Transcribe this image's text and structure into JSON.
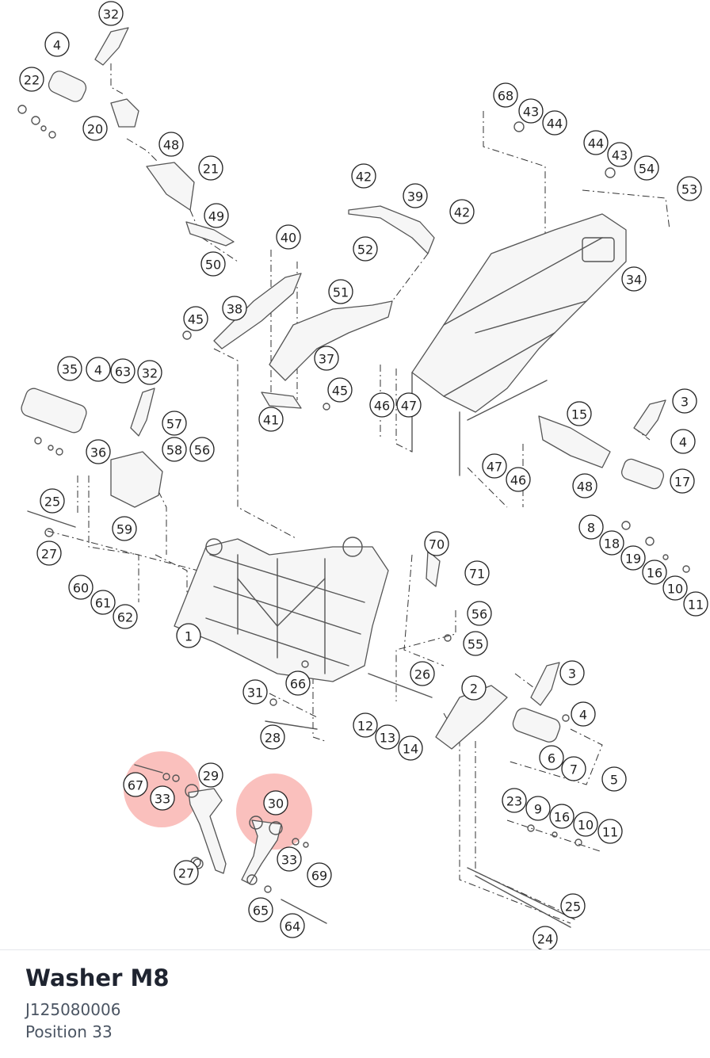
{
  "part": {
    "title": "Washer M8",
    "number": "J125080006",
    "position": "Position 33"
  },
  "colors": {
    "highlight": "#f25a52",
    "callout_stroke": "#222222",
    "title_text": "#1f2430",
    "sub_text": "#4b5563"
  },
  "highlighted_positions": [
    "33",
    "30"
  ],
  "callouts": [
    "32",
    "4",
    "22",
    "20",
    "48",
    "21",
    "49",
    "50",
    "42",
    "39",
    "42",
    "40",
    "52",
    "51",
    "38",
    "45",
    "37",
    "45",
    "41",
    "68",
    "43",
    "44",
    "44",
    "43",
    "54",
    "53",
    "34",
    "46",
    "47",
    "15",
    "3",
    "4",
    "47",
    "46",
    "48",
    "17",
    "35",
    "4",
    "63",
    "32",
    "57",
    "36",
    "58",
    "56",
    "25",
    "59",
    "27",
    "60",
    "61",
    "62",
    "1",
    "8",
    "18",
    "19",
    "16",
    "10",
    "11",
    "70",
    "71",
    "56",
    "55",
    "26",
    "66",
    "31",
    "28",
    "2",
    "3",
    "4",
    "12",
    "13",
    "14",
    "6",
    "7",
    "5",
    "67",
    "33",
    "29",
    "30",
    "27",
    "33",
    "69",
    "65",
    "64",
    "23",
    "9",
    "16",
    "10",
    "11",
    "25",
    "24"
  ]
}
